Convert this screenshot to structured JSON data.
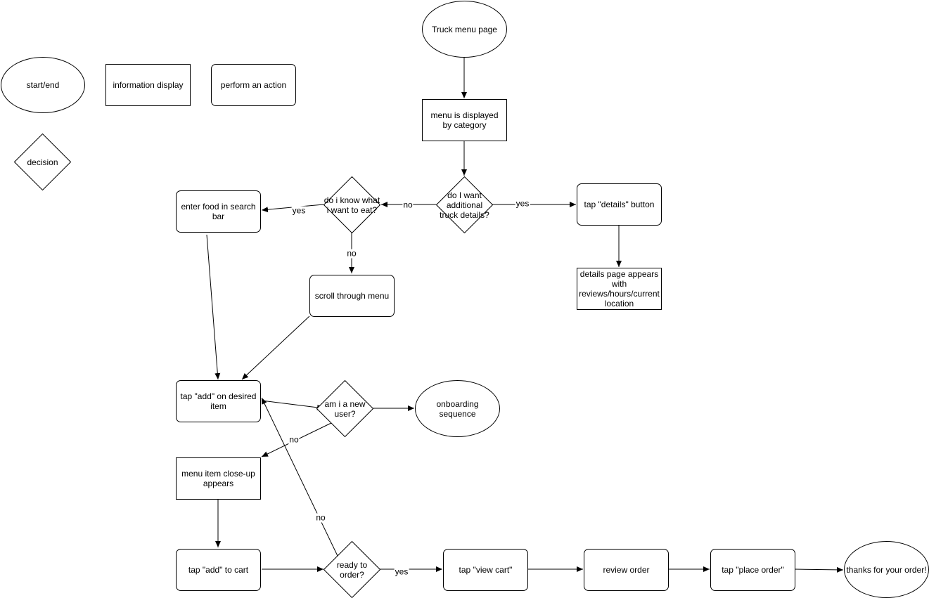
{
  "legend": {
    "start_end": "start/end",
    "information_display": "information display",
    "perform_action": "perform an action",
    "decision": "decision"
  },
  "nodes": {
    "truck_menu_page": "Truck menu page",
    "menu_by_category": "menu is displayed by category",
    "additional_details_decision": "do I want additional truck details?",
    "tap_details_button": "tap \"details\" button",
    "details_page_appears": "details page appears with reviews/hours/current location",
    "know_what_to_eat_decision": "do i know what i want to eat?",
    "enter_food_search": "enter food in search bar",
    "scroll_through_menu": "scroll through menu",
    "tap_add_desired_item": "tap \"add\" on desired item",
    "new_user_decision": "am i a new user?",
    "onboarding_sequence": "onboarding sequence",
    "menu_item_closeup": "menu item close-up appears",
    "tap_add_to_cart": "tap \"add\" to cart",
    "ready_to_order_decision": "ready to order?",
    "tap_view_cart": "tap \"view cart\"",
    "review_order": "review order",
    "tap_place_order": "tap \"place order\"",
    "thanks_for_order": "thanks for your order!"
  },
  "edge_labels": {
    "details_no": "no",
    "details_yes": "yes",
    "know_yes": "yes",
    "know_no": "no",
    "new_user_no": "no",
    "ready_no": "no",
    "ready_yes": "yes"
  }
}
